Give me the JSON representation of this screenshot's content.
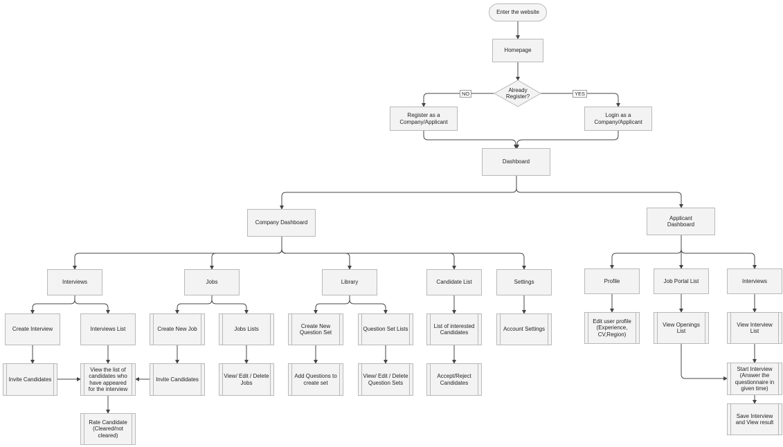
{
  "nodes": {
    "enter": "Enter the website",
    "homepage": "Homepage",
    "decision": "Already\nRegister?",
    "register": "Register as a\nCompany/Applicant",
    "login": "Login as a\nCompany/Applicant",
    "dashboard": "Dashboard",
    "company_dashboard": "Company Dashboard",
    "applicant_dashboard": "Applicant\nDashboard",
    "c_interviews": "Interviews",
    "c_jobs": "Jobs",
    "c_library": "Library",
    "c_candidate_list": "Candidate List",
    "c_settings": "Settings",
    "create_interview": "Create Interview",
    "interviews_list": "Interviews List",
    "create_new_job": "Create New Job",
    "jobs_lists": "Jobs Lists",
    "create_question_set": "Create New\nQuestion Set",
    "question_set_lists": "Question Set Lists",
    "interested_candidates": "List of interested\nCandidates",
    "account_settings": "Account Settings",
    "invite_candidates_1": "Invite Candidates",
    "view_appeared": "View the list of\ncandidates who\nhave appeared\nfor the interview",
    "invite_candidates_2": "Invite Candidates",
    "view_edit_delete_jobs": "View/ Edit / Delete\nJobs",
    "add_questions": "Add Questions to\ncreate set",
    "view_edit_delete_sets": "View/ Edit / Delete\nQuestion Sets",
    "accept_reject": "Accept/Reject\nCandidates",
    "rate_candidate": "Rate Candidate\n(Cleared/not\ncleared)",
    "a_profile": "Profile",
    "a_job_portal": "Job Portal List",
    "a_interviews": "Interviews",
    "edit_profile": "Edit user profile\n(Experience,\nCV,Region)",
    "view_openings": "View Openings\nList",
    "view_interview_list": "View Interview\nList",
    "start_interview": "Start Interview\n(Answer the\nquestionnaire in\ngiven time)",
    "save_interview": "Save Interview\nand View result"
  },
  "edge_labels": {
    "no": "NO",
    "yes": "YES"
  },
  "colors": {
    "node_fill": "#f3f3f3",
    "node_border": "#b8b8b8",
    "line": "#444444"
  }
}
